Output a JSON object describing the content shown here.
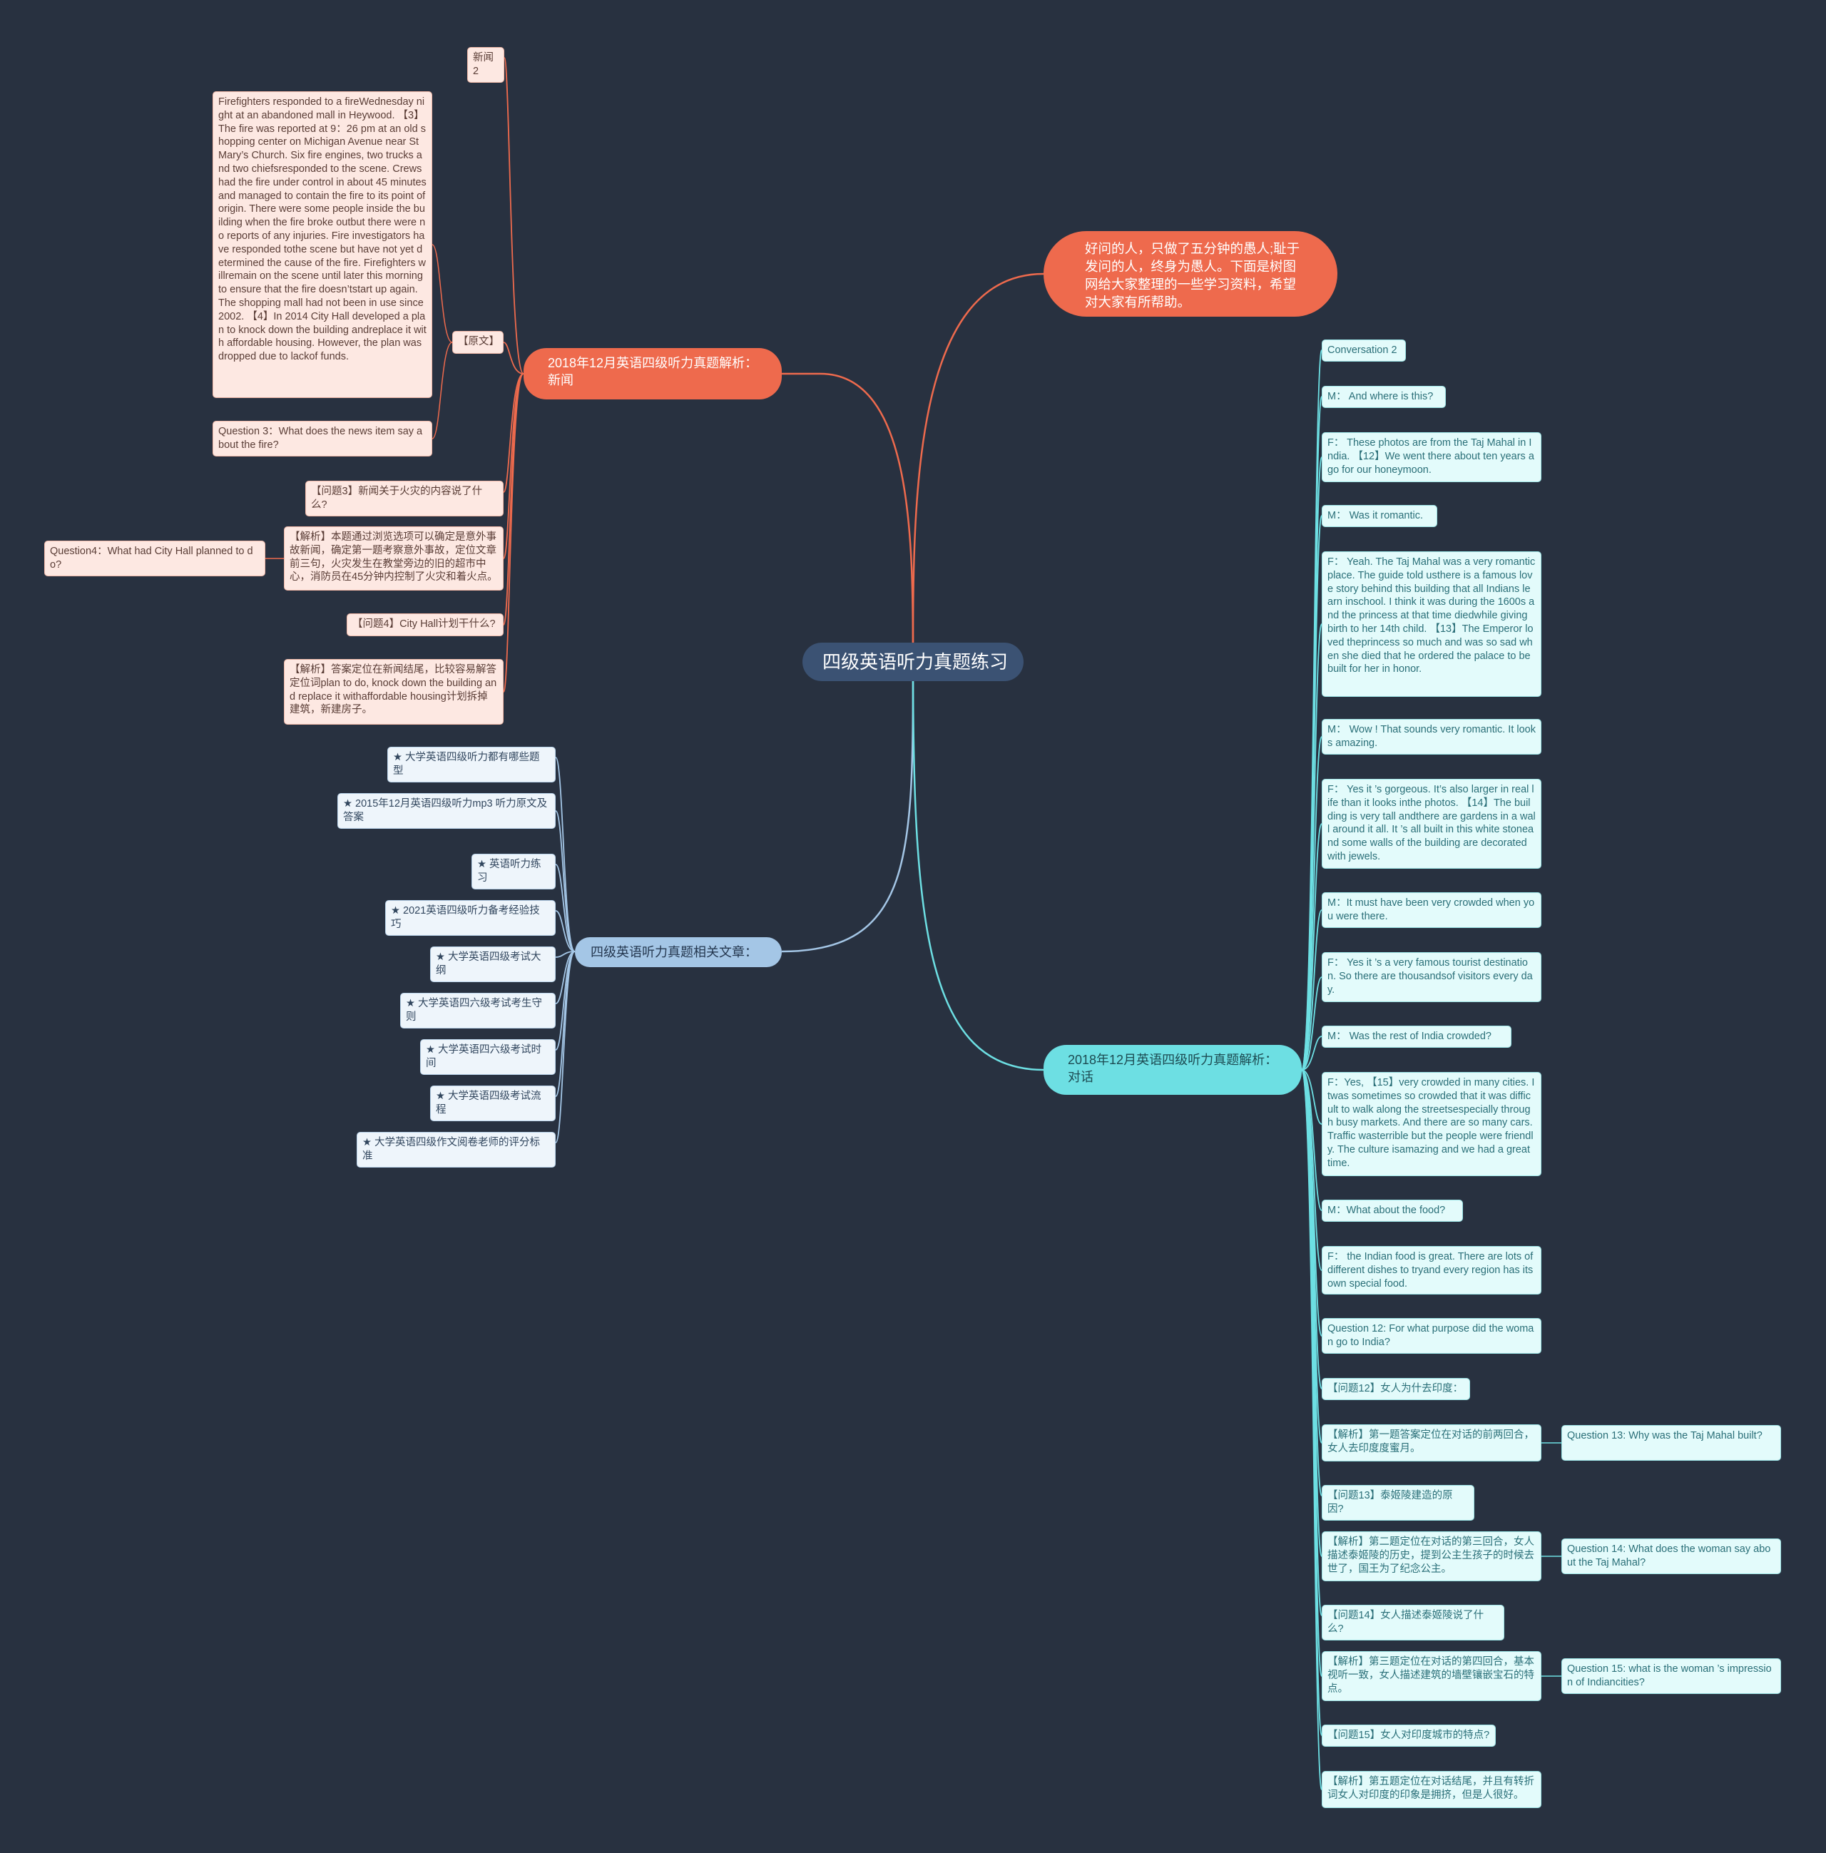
{
  "root": {
    "label": "四级英语听力真题练习"
  },
  "intro": {
    "text": "好问的人，只做了五分钟的愚人;耻于发问的人，终身为愚人。下面是树图网给大家整理的一些学习资料，希望对大家有所帮助。"
  },
  "news": {
    "label": "2018年12月英语四级听力真题解析：新闻",
    "items": [
      {
        "text": "新闻2"
      },
      {
        "text": "【原文】"
      },
      {
        "text": "Firefighters responded to a fireWednesday night at an abandoned mall in Heywood. 【3】The fire was reported at 9：26 pm at an old shopping center on Michigan Avenue near St Mary’s Church. Six fire engines, two trucks and two chiefsresponded to the scene. Crews had the fire under control in about 45 minutesand managed to contain the fire to its point of origin. There were some people inside the building when the fire broke outbut there were no reports of any injuries. Fire investigators have responded tothe scene but have not yet determined the cause of the fire. Firefighters willremain on the scene until later this morning to ensure that the fire doesn’tstart up again. The shopping mall had not been in use since 2002. 【4】In 2014 City Hall developed a plan to knock down the building andreplace it with affordable housing. However, the plan was dropped due to lackof funds."
      },
      {
        "text": "Question 3：What does the news item say about the fire?"
      },
      {
        "text": "【问题3】新闻关于火灾的内容说了什么?"
      },
      {
        "text": "【解析】本题通过浏览选项可以确定是意外事故新闻，确定第一题考察意外事故，定位文章前三句，火灾发生在教堂旁边的旧的超市中心，消防员在45分钟内控制了火灾和着火点。"
      },
      {
        "text": "Question4：What had City Hall planned to do?"
      },
      {
        "text": "【问题4】City Hall计划干什么?"
      },
      {
        "text": "【解析】答案定位在新闻结尾，比较容易解答定位词plan to do, knock down the building and replace it withaffordable housing计划拆掉建筑，新建房子。"
      }
    ]
  },
  "related": {
    "label": "四级英语听力真题相关文章：",
    "items": [
      {
        "text": "★ 大学英语四级听力都有哪些题型"
      },
      {
        "text": "★ 2015年12月英语四级听力mp3 听力原文及答案"
      },
      {
        "text": "★ 英语听力练习"
      },
      {
        "text": "★ 2021英语四级听力备考经验技巧"
      },
      {
        "text": "★ 大学英语四级考试大纲"
      },
      {
        "text": "★ 大学英语四六级考试考生守则"
      },
      {
        "text": "★ 大学英语四六级考试时间"
      },
      {
        "text": "★ 大学英语四级考试流程"
      },
      {
        "text": "★ 大学英语四级作文阅卷老师的评分标准"
      }
    ]
  },
  "dialogue": {
    "label": "2018年12月英语四级听力真题解析：对话",
    "items": [
      {
        "text": "Conversation 2"
      },
      {
        "text": "M： And where is this?"
      },
      {
        "text": "F： These photos are from the Taj Mahal in India. 【12】We went there about ten years ago for our honeymoon."
      },
      {
        "text": "M： Was it romantic."
      },
      {
        "text": "F： Yeah. The Taj Mahal was a very romantic place. The guide told usthere is a famous love story behind this building that all Indians learn inschool. I think it was during the 1600s and the princess at that time diedwhile giving birth to her 14th child. 【13】The Emperor loved theprincess so much and was so sad when she died that he ordered the palace to bebuilt for her in honor."
      },
      {
        "text": "M： Wow ! That sounds very romantic. It looks amazing."
      },
      {
        "text": "F： Yes it ’s gorgeous. It’s also larger in real life than it looks inthe photos. 【14】The building is very tall andthere are gardens in a wall around it all. It ’s all built in this white stoneand some walls of the building are decorated with jewels."
      },
      {
        "text": "M：It must have been very crowded when you were there."
      },
      {
        "text": "F： Yes it ’s a very famous tourist destination. So there are thousandsof visitors every day."
      },
      {
        "text": "M： Was the rest of India crowded?"
      },
      {
        "text": "F：Yes, 【15】very crowded in many cities. Itwas sometimes so crowded that it was difficult to walk along the streetsespecially through busy markets. And there are so many cars. Traffic wasterrible but the people were friendly. The culture isamazing and we had a great time."
      },
      {
        "text": "M：What about the food?"
      },
      {
        "text": "F： the Indian food is great. There are lots of different dishes to tryand every region has its own special food."
      },
      {
        "text": "Question 12: For what purpose did the woman go to India?"
      },
      {
        "text": "【问题12】女人为什去印度："
      },
      {
        "text": "【解析】第一题答案定位在对话的前两回合，女人去印度度蜜月。",
        "child": "Question 13: Why was the Taj Mahal built?"
      },
      {
        "text": "【问题13】泰姬陵建造的原因?"
      },
      {
        "text": "【解析】第二题定位在对话的第三回合，女人描述泰姬陵的历史，提到公主生孩子的时候去世了，国王为了纪念公主。",
        "child": "Question 14: What does the woman say about the Taj Mahal?"
      },
      {
        "text": "【问题14】女人描述泰姬陵说了什么?"
      },
      {
        "text": "【解析】第三题定位在对话的第四回合，基本视听一致，女人描述建筑的墙壁镶嵌宝石的特点。",
        "child": "Question 15: what is the woman ’s impression of Indiancities?"
      },
      {
        "text": "【问题15】女人对印度城市的特点?"
      },
      {
        "text": "【解析】第五题定位在对话结尾，并且有转折词女人对印度的印象是拥挤，但是人很好。"
      }
    ]
  },
  "colors": {
    "background": "#283140",
    "root": "#3b5273",
    "news_branch": "#ee6a4d",
    "dialogue_branch": "#6ddfe3",
    "related_branch": "#a4c6e6"
  }
}
